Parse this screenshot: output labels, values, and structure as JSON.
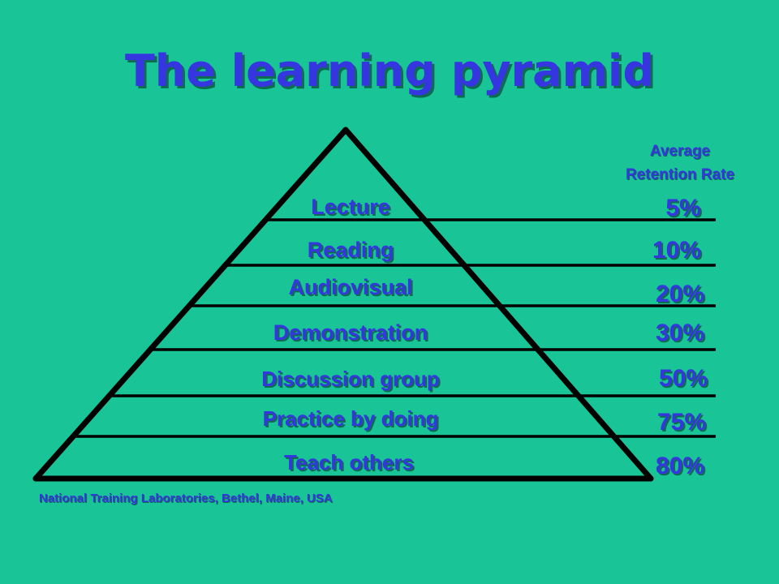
{
  "slide": {
    "title": "The learning pyramid",
    "retention_header": [
      "Average",
      "Retention Rate"
    ],
    "levels": [
      {
        "method": "Lecture",
        "retention": "5%"
      },
      {
        "method": "Reading",
        "retention": "10%"
      },
      {
        "method": "Audiovisual",
        "retention": "20%"
      },
      {
        "method": "Demonstration",
        "retention": "30%"
      },
      {
        "method": "Discussion group",
        "retention": "50%"
      },
      {
        "method": "Practice by doing",
        "retention": "75%"
      },
      {
        "method": "Teach others",
        "retention": "80%"
      }
    ],
    "credit": "National Training Laboratories, Bethel, Maine, USA"
  },
  "colors": {
    "background": "#19c497",
    "text": "#3636e0",
    "shadow": "#0d6b52",
    "lines": "#000000"
  }
}
